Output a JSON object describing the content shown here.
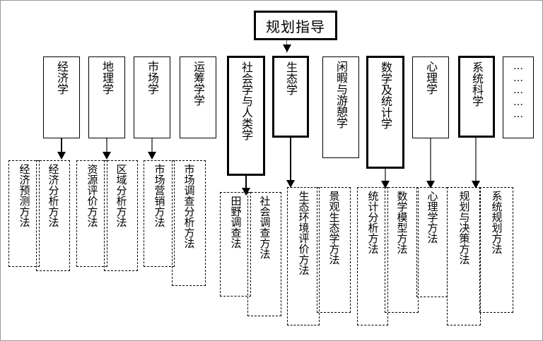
{
  "diagram": {
    "title_box": {
      "label": "规划指导"
    },
    "disciplines": [
      {
        "id": "economics",
        "label": "经济学",
        "bold": false
      },
      {
        "id": "geography",
        "label": "地理学",
        "bold": false
      },
      {
        "id": "marketing",
        "label": "市场学",
        "bold": false
      },
      {
        "id": "operations",
        "label": "运筹学学",
        "bold": false
      },
      {
        "id": "sociology",
        "label": "社会学与人类学",
        "bold": true
      },
      {
        "id": "ecology",
        "label": "生态学",
        "bold": true
      },
      {
        "id": "leisure",
        "label": "闲暇与游憩学",
        "bold": false
      },
      {
        "id": "mathstat",
        "label": "数学及统计学",
        "bold": true
      },
      {
        "id": "psychology",
        "label": "心理学",
        "bold": false
      },
      {
        "id": "systemsci",
        "label": "系统科学",
        "bold": true
      },
      {
        "id": "more",
        "label": "……………",
        "bold": false
      }
    ],
    "methods": [
      {
        "id": "econ-forecast",
        "label": "经济预测方法"
      },
      {
        "id": "econ-analysis",
        "label": "经济分析方法"
      },
      {
        "id": "resource-eval",
        "label": "资源评价方法"
      },
      {
        "id": "region-analysis",
        "label": "区域分析方法"
      },
      {
        "id": "market-promo",
        "label": "市场营销方法"
      },
      {
        "id": "market-survey",
        "label": "市场调查分析方法"
      },
      {
        "id": "field-survey",
        "label": "田野调查法"
      },
      {
        "id": "social-survey",
        "label": "社会调查方法"
      },
      {
        "id": "eco-env-eval",
        "label": "生态环境评价方法"
      },
      {
        "id": "landscape-eco",
        "label": "景观生态学方法"
      },
      {
        "id": "stat-analysis",
        "label": "统计分析方法"
      },
      {
        "id": "math-model",
        "label": "数学模型方法"
      },
      {
        "id": "psych-method",
        "label": "心理学方法"
      },
      {
        "id": "plan-decision",
        "label": "规划与决策方法"
      },
      {
        "id": "system-plan",
        "label": "系统规划方法"
      }
    ]
  },
  "colors": {
    "line": "#000000",
    "line_grey": "#6e6e6e",
    "background": "#ffffff",
    "frame": "#9a9a9a"
  }
}
